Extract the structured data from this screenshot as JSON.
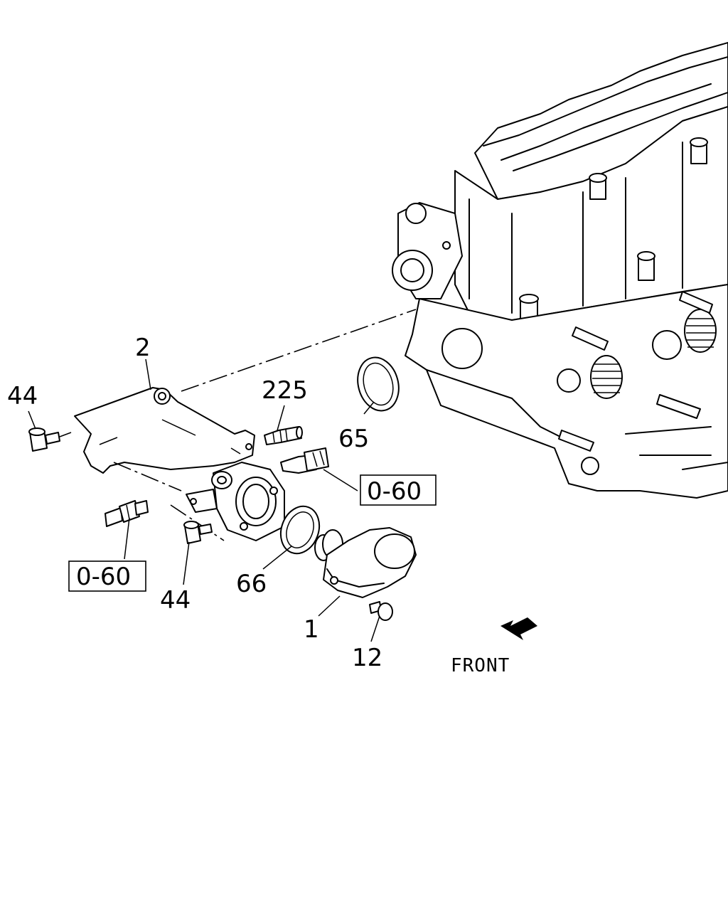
{
  "labels": {
    "part_2": "2",
    "part_44_top": "44",
    "part_225": "225",
    "part_65": "65",
    "ref_right": "0-60",
    "ref_left": "0-60",
    "part_44_bottom": "44",
    "part_66": "66",
    "part_1": "1",
    "part_12": "12",
    "front": "FRONT"
  },
  "icons": {
    "front_arrow": "front-direction-arrow-icon"
  }
}
